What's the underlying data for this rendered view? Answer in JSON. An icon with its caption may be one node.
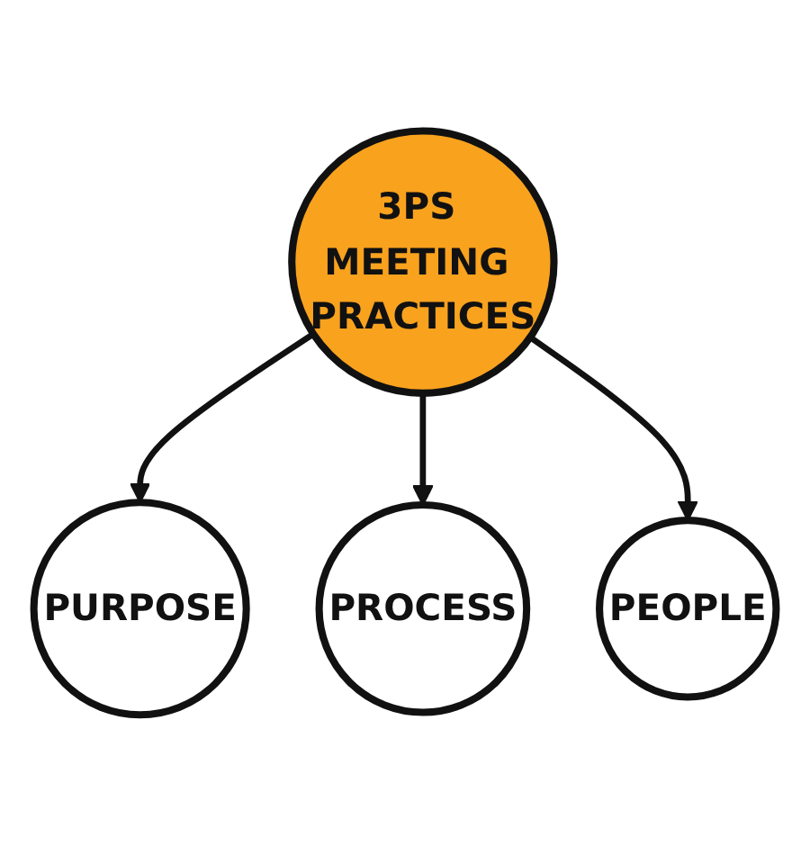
{
  "diagram": {
    "nodes": [
      {
        "text": [
          "PURPOSE"
        ]
      },
      {
        "text": [
          "3PS MEETING PRACTICES"
        ]
      },
      {
        "text": [
          "PROCESS"
        ]
      },
      {
        "text": [
          "PEOPLE"
        ]
      }
    ],
    "edges": [
      {
        "from": 1,
        "to": 0,
        "arrow": "to"
      },
      {
        "from": 1,
        "to": 2,
        "arrow": "to"
      },
      {
        "from": 1,
        "to": 3,
        "arrow": "to"
      }
    ]
  }
}
